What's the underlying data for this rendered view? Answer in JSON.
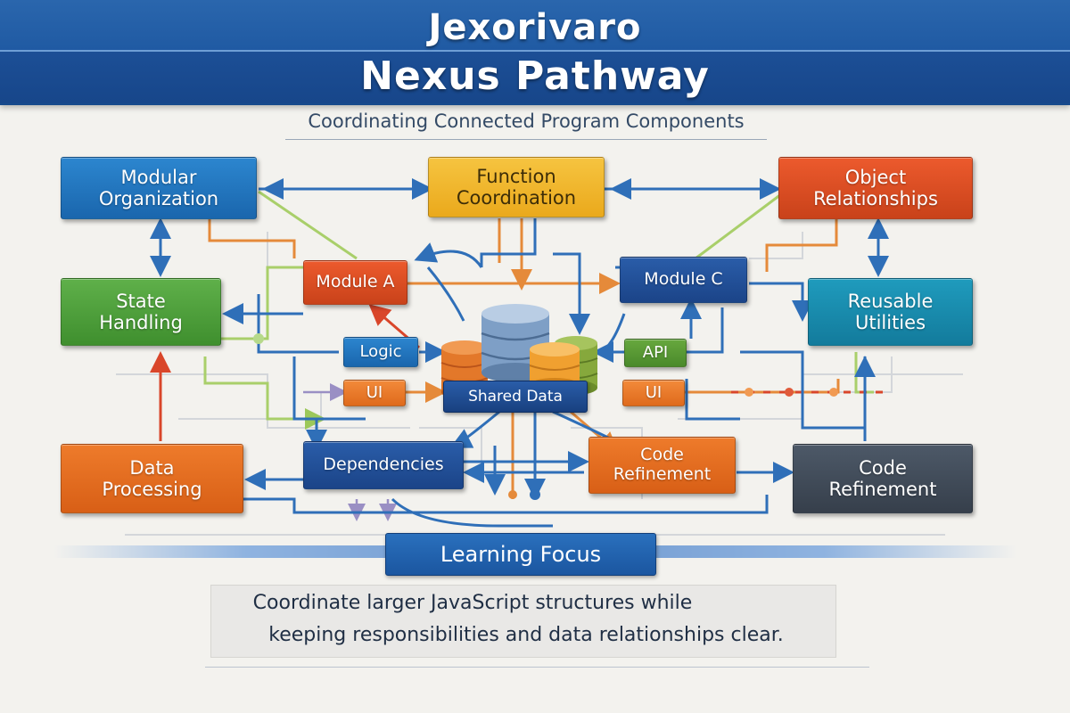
{
  "header": {
    "title_line1": "Jexorivaro",
    "title_line2": "Nexus Pathway",
    "subtitle": "Coordinating Connected Program Components"
  },
  "nodes": {
    "modular_organization": "Modular\nOrganization",
    "function_coordination": "Function\nCoordination",
    "object_relationships": "Object\nRelationships",
    "state_handling": "State\nHandling",
    "reusable_utilities": "Reusable\nUtilities",
    "module_a": "Module A",
    "module_c": "Module C",
    "logic": "Logic",
    "api": "API",
    "ui_left": "UI",
    "ui_right": "UI",
    "shared_data": "Shared Data",
    "dependencies": "Dependencies",
    "code_refinement_center": "Code\nRefinement",
    "data_processing": "Data\nProcessing",
    "code_refinement_right": "Code\nRefinement"
  },
  "footer": {
    "focus_label": "Learning Focus",
    "description_line1": "Coordinate larger JavaScript structures while",
    "description_line2": "keeping responsibilities and data relationships clear."
  },
  "colors": {
    "banner": "#1d57a0",
    "blue": "#1a66ad",
    "yellow": "#eaa91c",
    "red": "#c9421a",
    "green": "#3f8f2e",
    "teal": "#137b9c",
    "orange": "#d85f16",
    "slate": "#363f4b",
    "wire_blue": "#2f6fb8",
    "wire_orange": "#e58a3a",
    "wire_green": "#9cc85a",
    "wire_gray": "#c9ccd0"
  }
}
